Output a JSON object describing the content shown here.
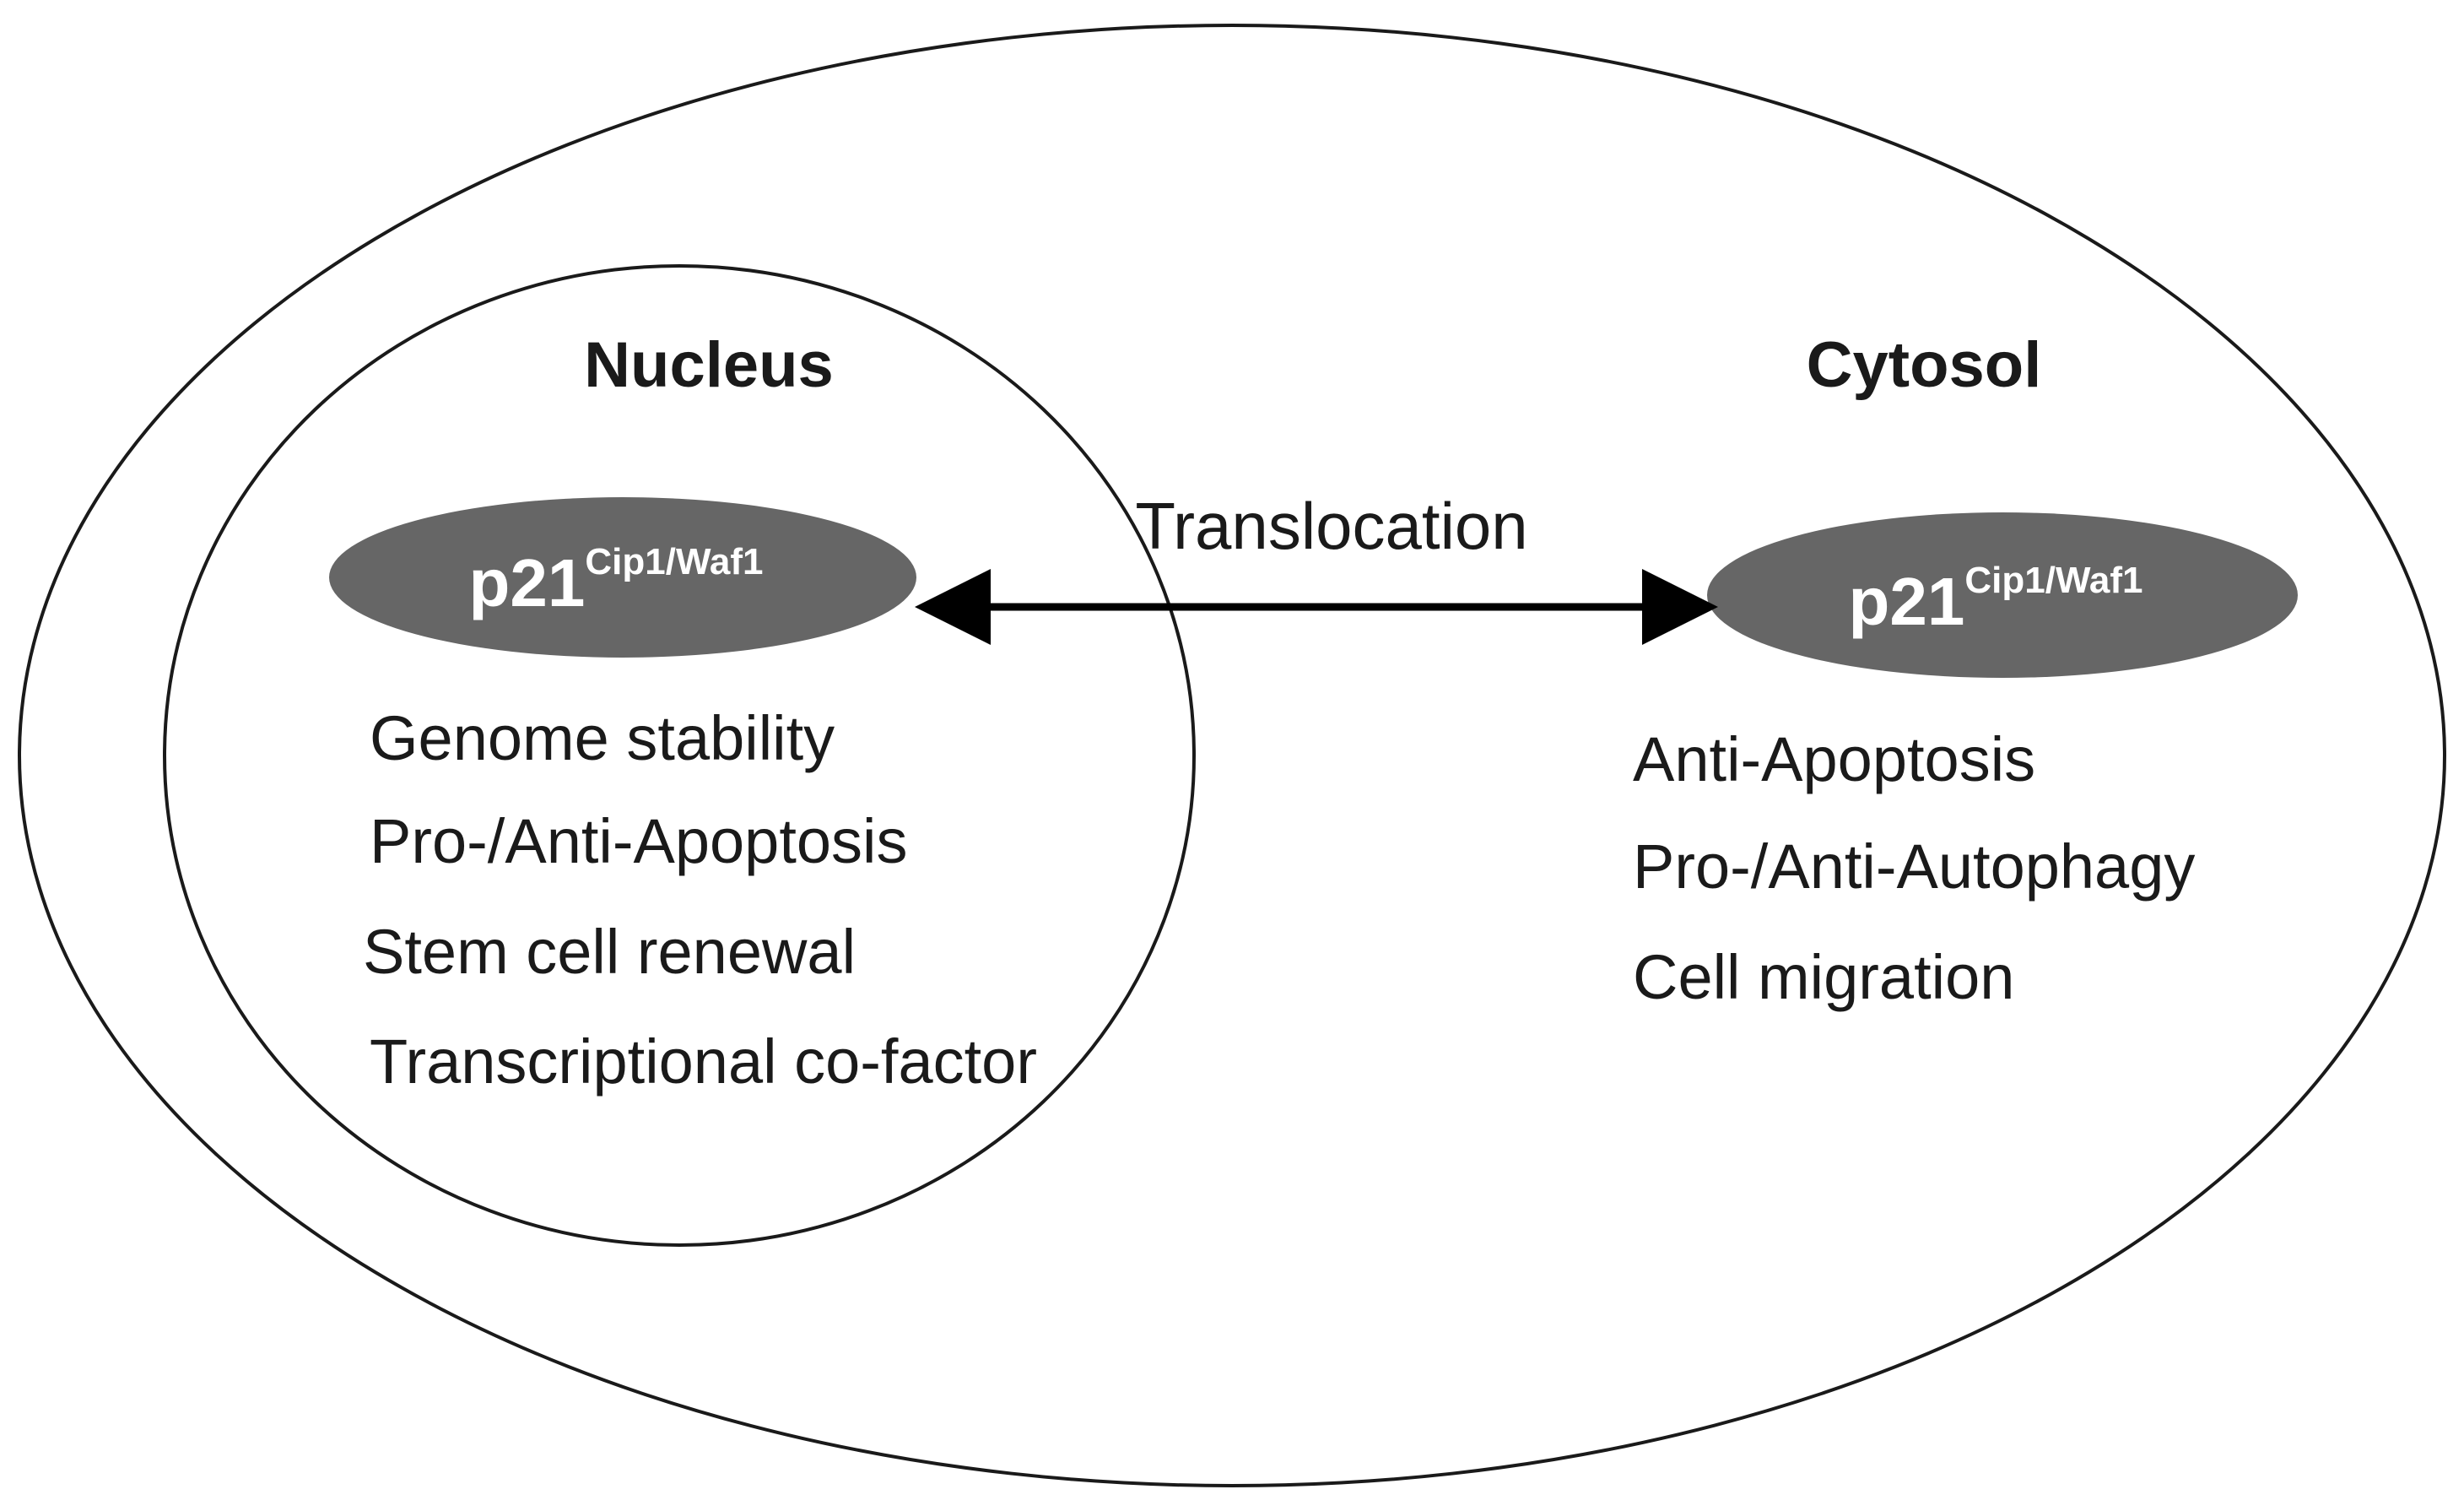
{
  "nucleus": {
    "title": "Nucleus",
    "protein": {
      "name": "p21",
      "superscript": "Cip1/Waf1"
    },
    "functions": [
      "Genome stability",
      "Pro-/Anti-Apoptosis",
      "Stem cell renewal",
      "Transcriptional co-factor"
    ]
  },
  "cytosol": {
    "title": "Cytosol",
    "protein": {
      "name": "p21",
      "superscript": "Cip1/Waf1"
    },
    "functions": [
      "Anti-Apoptosis",
      "Pro-/Anti-Autophagy",
      "Cell migration"
    ]
  },
  "translocation": {
    "label": "Translocation"
  },
  "colors": {
    "outline": "#1a1a1a",
    "protein_fill": "#666666",
    "protein_text": "#ffffff",
    "background": "#ffffff"
  }
}
